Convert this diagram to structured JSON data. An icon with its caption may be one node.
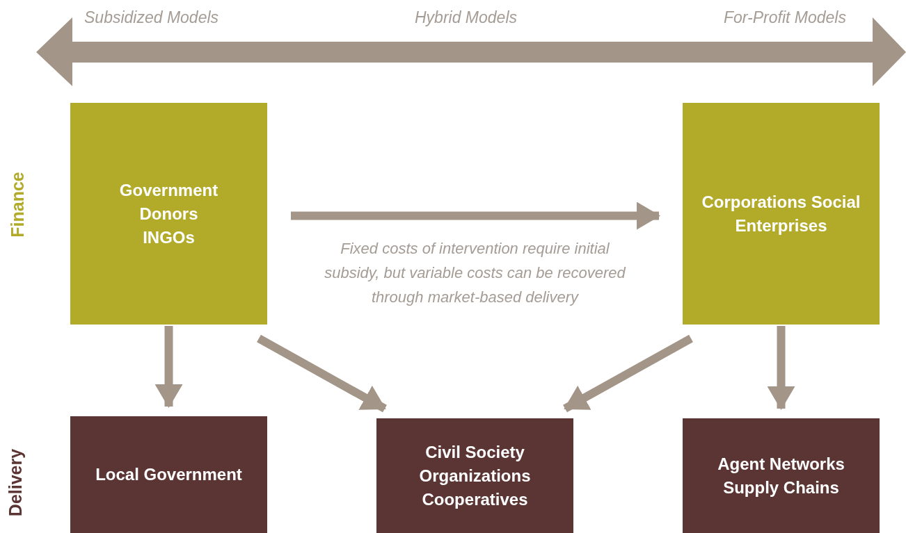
{
  "diagram": {
    "nodes": [
      {
        "text": [
          "Government Donors INGOs"
        ]
      },
      {
        "text": [
          "Corporations Social Enterprises"
        ]
      },
      {
        "text": [
          "Local Government"
        ]
      },
      {
        "text": [
          "Civil Society Organizations Cooperatives"
        ]
      },
      {
        "text": [
          "Agent Networks Supply Chains"
        ]
      }
    ],
    "edges": [
      {
        "from": 0,
        "to": 1,
        "arrow": "to",
        "label": "Fixed costs of intervention require initial subsidy, but variable costs can be recovered through market-based delivery"
      },
      {
        "from": 0,
        "to": 2,
        "arrow": "to"
      },
      {
        "from": 0,
        "to": 3,
        "arrow": "to"
      },
      {
        "from": 1,
        "to": 3,
        "arrow": "to"
      },
      {
        "from": 1,
        "to": 4,
        "arrow": "to"
      }
    ],
    "labels": [
      "Subsidized Models",
      "Hybrid Models",
      "For-Profit Models",
      "Finance",
      "Delivery"
    ]
  }
}
